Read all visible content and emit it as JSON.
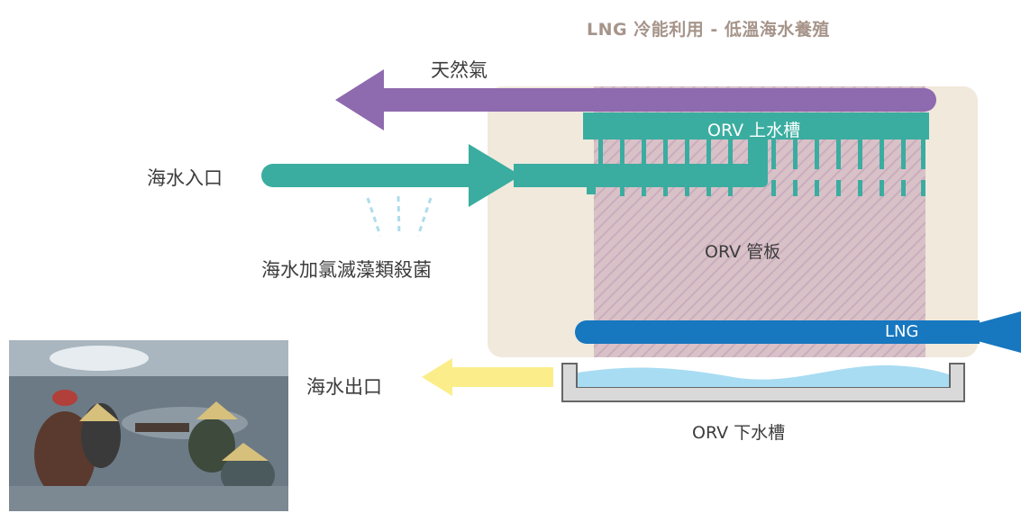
{
  "title": "LNG 冷能利用 - 低溫海水養殖",
  "labels": {
    "natural_gas": "天然氣",
    "seawater_inlet": "海水入口",
    "chlorination": "海水加氯滅藻類殺菌",
    "seawater_outlet": "海水出口",
    "orv_upper_trough": "ORV 上水槽",
    "orv_panel": "ORV 管板",
    "lng": "LNG",
    "orv_lower_trough": "ORV 下水槽"
  },
  "colors": {
    "natural_gas_arrow": "#8e6aaf",
    "seawater_arrow": "#3aada0",
    "lng_arrow": "#1777bf",
    "outlet_arrow": "#fbee8a",
    "panel_background": "#f0e9dc",
    "title": "#a6948a",
    "lower_trough_water": "#a8dcf2"
  },
  "photo": {
    "icon": "aquaculture-fishermen-photo"
  }
}
